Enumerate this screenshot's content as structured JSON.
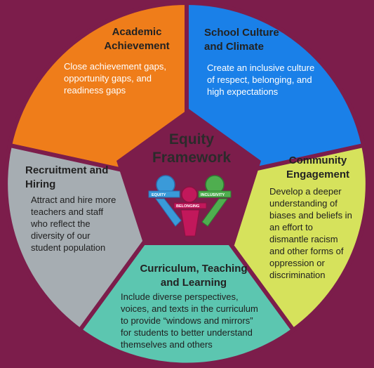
{
  "colors": {
    "background": "#7c1d4b",
    "academic": "#ef7d1a",
    "culture": "#1a80e8",
    "community": "#d6e25c",
    "curriculum": "#5cc6b0",
    "recruitment": "#a6adb2",
    "center": "#7c1d4b"
  },
  "center": {
    "title": "Equity\nFramework"
  },
  "logo": {
    "labels": [
      "EQUITY",
      "INCLUSIVITY",
      "BELONGING"
    ]
  },
  "segments": {
    "academic": {
      "title": "Academic\nAchievement",
      "description": "Close achievement gaps,\nopportunity gaps, and\nreadiness gaps"
    },
    "culture": {
      "title": "School Culture\nand Climate",
      "description": "Create an inclusive culture\nof respect, belonging, and\nhigh expectations"
    },
    "community": {
      "title": "Community\nEngagement",
      "description": "Develop a deeper\nunderstanding of\nbiases and beliefs in\nan effort to\ndismantle racism\nand other forms of\noppression or\ndiscrimination"
    },
    "curriculum": {
      "title": "Curriculum, Teaching\nand Learning",
      "description": "Include diverse perspectives,\nvoices, and texts in the curriculum\nto provide “windows and mirrors”\nfor students to better understand\nthemselves and others"
    },
    "recruitment": {
      "title": "Recruitment and\nHiring",
      "description": "Attract and hire more\nteachers and staff\nwho reflect the\ndiversity of our\nstudent population"
    }
  }
}
